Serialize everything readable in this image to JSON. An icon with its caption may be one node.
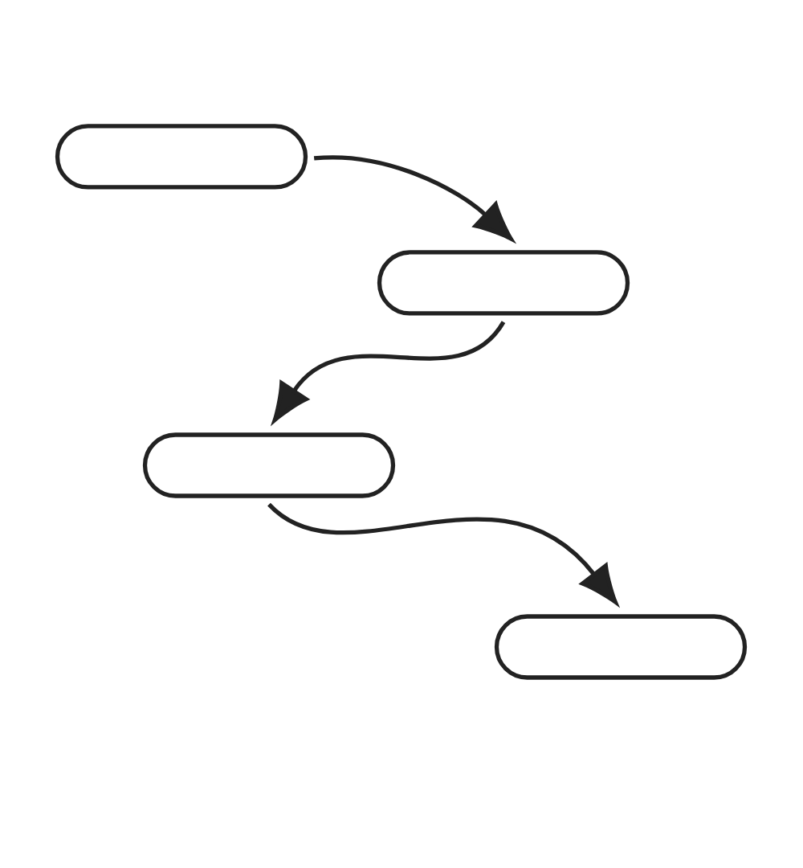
{
  "diagram": {
    "nodes": [
      {
        "text": [],
        "shape": "box"
      },
      {
        "text": [],
        "shape": "box"
      },
      {
        "text": [],
        "shape": "box"
      },
      {
        "text": [],
        "shape": "box"
      }
    ],
    "edges": [
      {
        "from": 0,
        "to": 1,
        "arrow": "to"
      },
      {
        "from": 1,
        "to": 2,
        "arrow": "to"
      },
      {
        "from": 2,
        "to": 3,
        "arrow": "to"
      }
    ]
  }
}
